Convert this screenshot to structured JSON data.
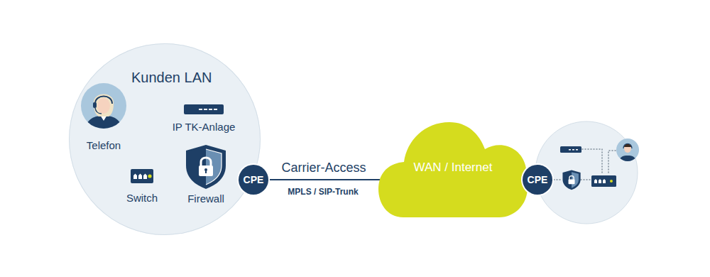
{
  "diagram": {
    "nodes": [
      {
        "text": [
          "Kunden LAN"
        ]
      },
      {
        "text": [
          "Telefon"
        ],
        "in": 0
      },
      {
        "text": [
          "IP TK-Anlage"
        ],
        "in": 0
      },
      {
        "text": [
          "Switch"
        ],
        "in": 0
      },
      {
        "text": [
          "Firewall"
        ],
        "in": 0
      },
      {
        "text": [
          "CPE"
        ],
        "in": 0
      },
      {
        "text": [
          "WAN / Internet"
        ]
      },
      {
        "text": [
          "CPE"
        ]
      }
    ],
    "edges": [
      {
        "from": 1,
        "to": 3,
        "arrow": "none"
      },
      {
        "from": 2,
        "to": 3,
        "arrow": "none"
      },
      {
        "from": 3,
        "to": 4,
        "arrow": "none"
      },
      {
        "from": 4,
        "to": 5,
        "arrow": "none"
      },
      {
        "from": 5,
        "to": 6,
        "label": "Carrier-Access",
        "arrow": "none"
      },
      {
        "from": 6,
        "to": 7,
        "arrow": "none"
      }
    ],
    "labels": [
      "MPLS / SIP-Trunk"
    ]
  }
}
